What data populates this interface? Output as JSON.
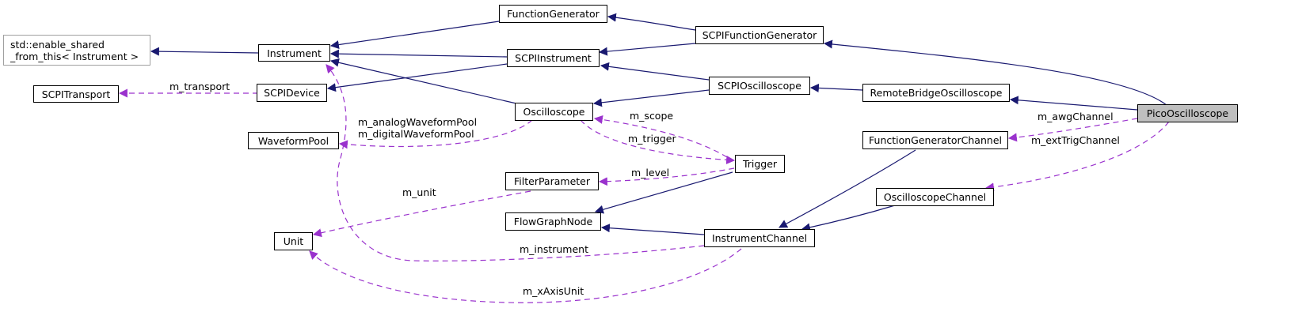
{
  "nodes": {
    "enable_shared": "std::enable_shared\n_from_this< Instrument >",
    "scpi_transport": "SCPITransport",
    "waveform_pool": "WaveformPool",
    "unit": "Unit",
    "instrument": "Instrument",
    "scpi_device": "SCPIDevice",
    "function_generator": "FunctionGenerator",
    "scpi_instrument": "SCPIInstrument",
    "oscilloscope": "Oscilloscope",
    "filter_parameter": "FilterParameter",
    "flow_graph_node": "FlowGraphNode",
    "scpi_function_generator": "SCPIFunctionGenerator",
    "scpi_oscilloscope": "SCPIOscilloscope",
    "trigger": "Trigger",
    "instrument_channel": "InstrumentChannel",
    "remote_bridge_oscilloscope": "RemoteBridgeOscilloscope",
    "function_generator_channel": "FunctionGeneratorChannel",
    "oscilloscope_channel": "OscilloscopeChannel",
    "pico_oscilloscope": "PicoOscilloscope"
  },
  "edge_labels": {
    "m_transport": "m_transport",
    "m_waveform_pools": "m_analogWaveformPool\nm_digitalWaveformPool",
    "m_unit": "m_unit",
    "m_scope": "m_scope",
    "m_trigger": "m_trigger",
    "m_level": "m_level",
    "m_instrument": "m_instrument",
    "m_x_axis_unit": "m_xAxisUnit",
    "m_awg_channel": "m_awgChannel",
    "m_ext_trig_channel": "m_extTrigChannel"
  },
  "colors": {
    "inheritance": "#191970",
    "usage": "#9a32cd",
    "focus_fill": "#bfbfbf",
    "external_border": "#a0a0a0"
  }
}
